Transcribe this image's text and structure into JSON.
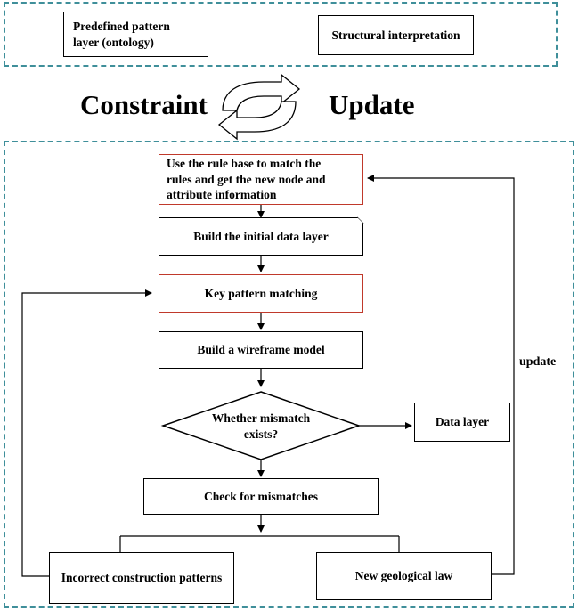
{
  "top": {
    "pattern_layer": "Predefined pattern\nlayer (ontology)",
    "structural": "Structural interpretation"
  },
  "cycle": {
    "constraint": "Constraint",
    "update": "Update"
  },
  "flow": {
    "rule_base": "Use the rule base to match the\nrules and get the new node and\nattribute information",
    "initial_data": "Build the initial data layer",
    "key_pattern": "Key pattern matching",
    "wireframe": "Build a wireframe model",
    "decision": "Whether mismatch\nexists?",
    "data_layer": "Data layer",
    "check": "Check for mismatches",
    "incorrect": "Incorrect construction patterns",
    "geological": "New geological law",
    "update_label": "update"
  }
}
